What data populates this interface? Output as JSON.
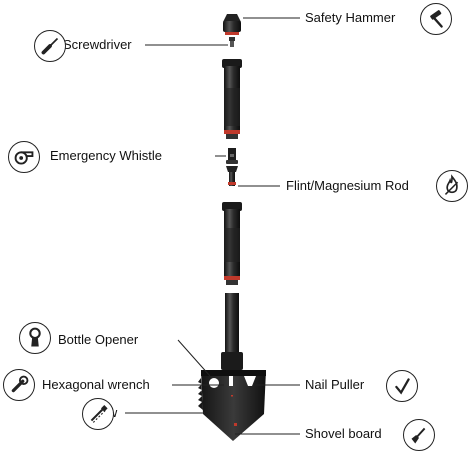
{
  "title": "",
  "components": [
    {
      "id": "safety-hammer",
      "label": "Safety Hammer",
      "icon": "hammer-icon"
    },
    {
      "id": "screwdriver",
      "label": "Screwdriver",
      "icon": "screwdriver-icon"
    },
    {
      "id": "emergency-whistle",
      "label": "Emergency Whistle",
      "icon": "whistle-icon"
    },
    {
      "id": "flint-rod",
      "label": "Flint/Magnesium Rod",
      "icon": "flame-icon"
    },
    {
      "id": "bottle-opener",
      "label": "Bottle Opener",
      "icon": "bottle-opener-icon"
    },
    {
      "id": "hex-wrench",
      "label": "Hexagonal wrench",
      "icon": "wrench-icon"
    },
    {
      "id": "saw",
      "label": "Saw",
      "icon": "saw-icon"
    },
    {
      "id": "nail-puller",
      "label": "Nail Puller",
      "icon": "checkmark-icon"
    },
    {
      "id": "shovel-board",
      "label": "Shovel board",
      "icon": "shovel-icon"
    }
  ],
  "colors": {
    "metal": "#1f1f1f",
    "highlight": "#555555",
    "accent": "#c0392b",
    "line": "#222222"
  }
}
